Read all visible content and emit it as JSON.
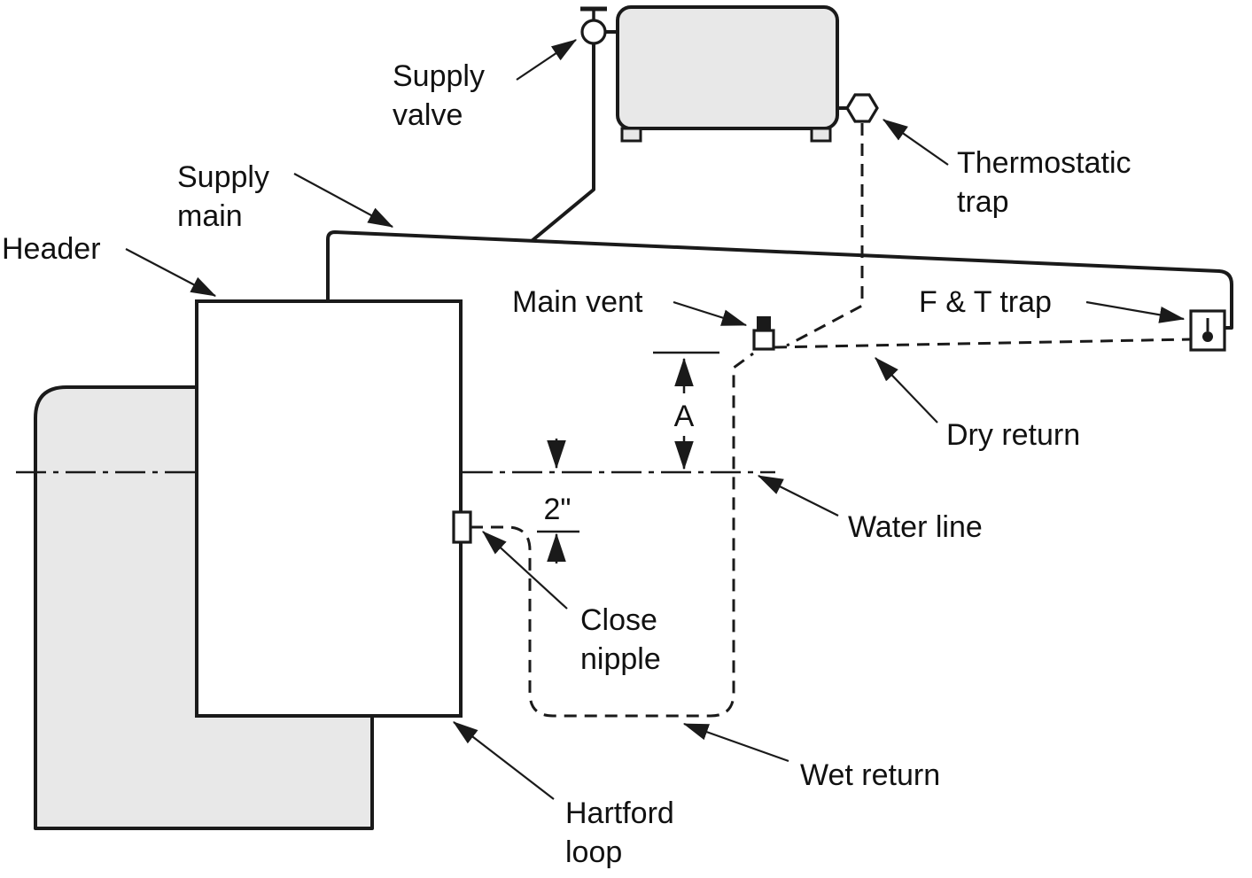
{
  "colors": {
    "line": "#1a1a1a",
    "equipment_fill": "#e8e8e8",
    "background": "#ffffff"
  },
  "diagram": {
    "labels": {
      "header": "Header",
      "supply_main_line1": "Supply",
      "supply_main_line2": "main",
      "supply_valve_line1": "Supply",
      "supply_valve_line2": "valve",
      "thermostatic_trap_line1": "Thermostatic",
      "thermostatic_trap_line2": "trap",
      "main_vent": "Main vent",
      "ft_trap": "F & T trap",
      "dry_return": "Dry return",
      "water_line": "Water line",
      "close_nipple_line1": "Close",
      "close_nipple_line2": "nipple",
      "wet_return": "Wet return",
      "hartford_loop_line1": "Hartford",
      "hartford_loop_line2": "loop",
      "dim_a": "A",
      "dim_2in": "2\""
    }
  }
}
